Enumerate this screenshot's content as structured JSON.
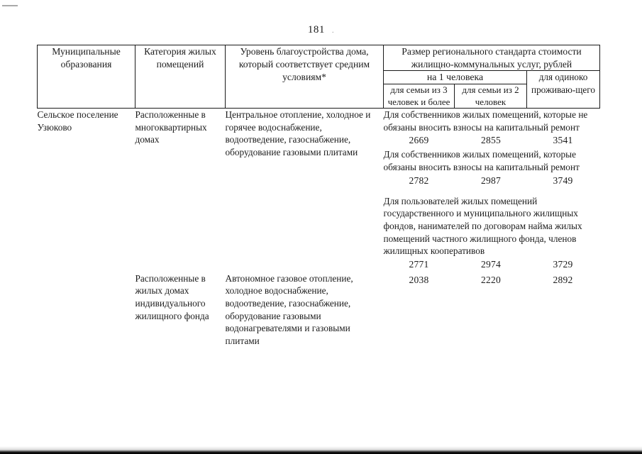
{
  "page": {
    "number": "181"
  },
  "table": {
    "header": {
      "col_municipalities": "Муниципальные образования",
      "col_category": "Категория жилых помещений",
      "col_level": "Уровень благоустройства дома, который соответствует средним условиям*",
      "col_standard_band": "Размер регионального стандарта стоимости жилищно-коммунальных услуг, рублей",
      "col_per_person_band": "на 1 человека",
      "col_family_3plus": "для семьи из 3 человек и более",
      "col_family_2": "для семьи из 2 человек",
      "col_single": "для одиноко проживаю-щего"
    },
    "rows": [
      {
        "municipality": "Сельское поселение Узюково",
        "category": "Расположенные в многоквартирных домах",
        "level": "Центральное отопление, холодное и горячее водоснабжение, водоотведение, газоснабжение, оборудование газовыми плитами",
        "value_groups": [
          {
            "note": "Для собственников жилых помещений, которые не обязаны вносить взносы на капитальный ремонт",
            "family_3plus": "2669",
            "family_2": "2855",
            "single": "3541"
          },
          {
            "note": "Для собственников  жилых помещений, которые обязаны вносить взносы на капитальный ремонт",
            "family_3plus": "2782",
            "family_2": "2987",
            "single": "3749"
          },
          {
            "note": "Для пользователей жилых помещений государственного и муниципального жилищных фондов, нанимателей по договорам найма жилых помещений частного жилищного фонда, членов жилищных кооперативов",
            "family_3plus": "2771",
            "family_2": "2974",
            "single": "3729"
          }
        ]
      },
      {
        "municipality": "",
        "category": "Расположенные в жилых домах индивидуального жилищного фонда",
        "level": "Автономное газовое отопление, холодное водоснабжение, водоотведение, газоснабжение, оборудование газовыми водонагревателями и газовыми плитами",
        "value_groups": [
          {
            "note": "",
            "family_3plus": "2038",
            "family_2": "2220",
            "single": "2892"
          }
        ]
      }
    ]
  }
}
